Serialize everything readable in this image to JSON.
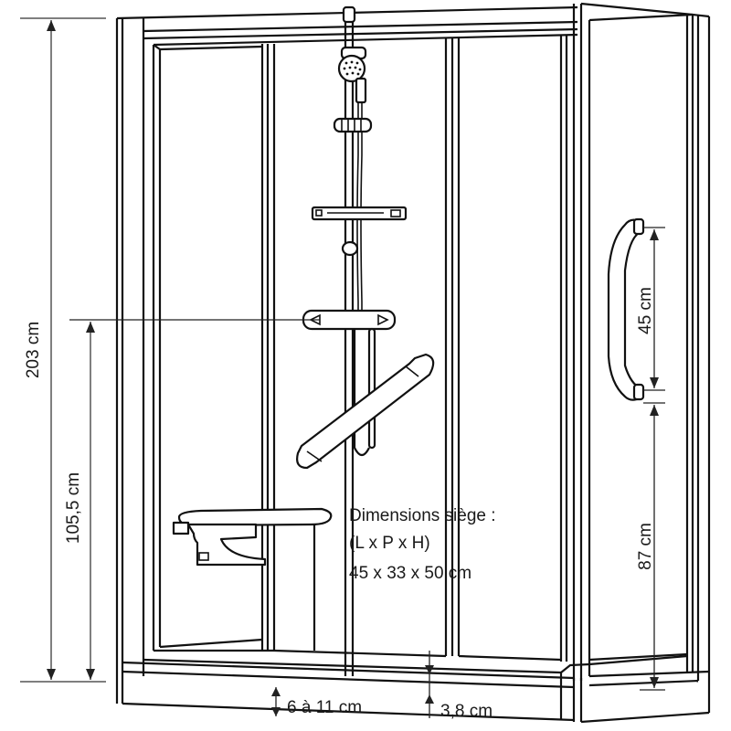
{
  "diagram": {
    "subject": "Shower cabin with accessibility fittings",
    "dimensions": {
      "total_height": "203 cm",
      "mixer_height": "105,5 cm",
      "grab_bar_length": "45 cm",
      "grab_bar_height": "87 cm",
      "base_height": "6 à 11 cm",
      "threshold_height": "3,8 cm"
    },
    "seat_note": {
      "line1": "Dimensions siège :",
      "line2": "(L x P x H)",
      "line3": "45 x 33 x 50 cm"
    },
    "components": [
      "frame",
      "sliding-doors",
      "shower-head",
      "shower-rail",
      "shelf",
      "thermostatic-mixer",
      "diagonal-grab-bar",
      "vertical-grab-bar",
      "folding-seat",
      "shower-tray"
    ],
    "colors": {
      "line": "#111111",
      "dimension_line": "#555555",
      "background": "#ffffff"
    }
  }
}
